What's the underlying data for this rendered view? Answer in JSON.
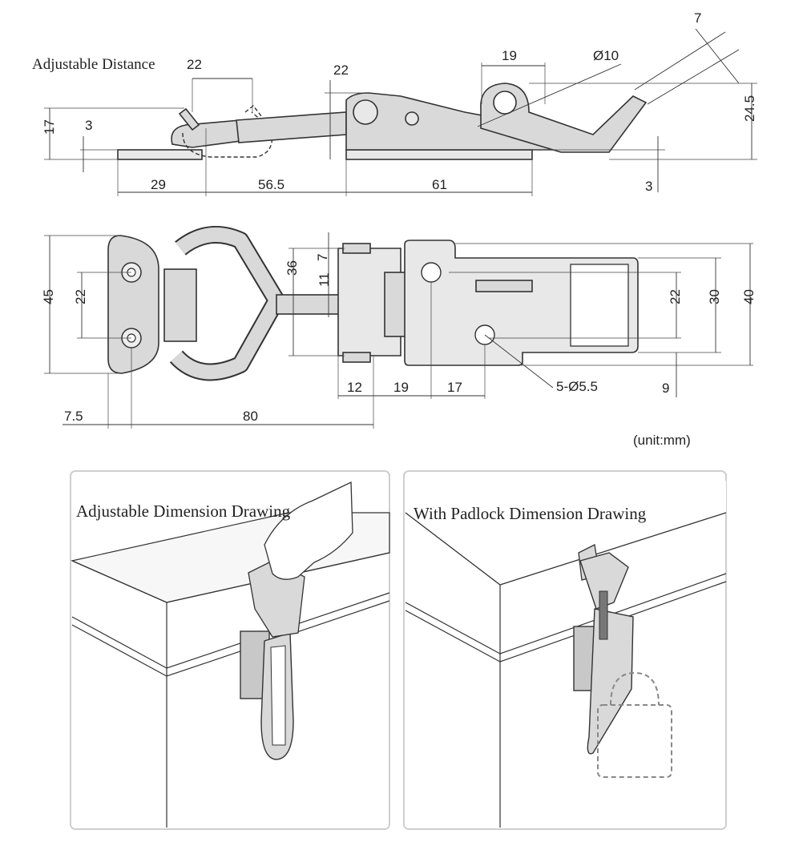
{
  "side_view": {
    "adjustable_label": "Adjustable Distance",
    "dims": {
      "adjust": "22",
      "height17": "17",
      "plate3_left": "3",
      "hook22": "22",
      "width19": "19",
      "hole10": "Ø10",
      "tip7": "7",
      "height24_5": "24.5",
      "len29": "29",
      "len56_5": "56.5",
      "len61": "61",
      "plate3_right": "3"
    }
  },
  "top_view": {
    "dims": {
      "h45": "45",
      "h22_left": "22",
      "h36": "36",
      "h7": "7",
      "h11": "11",
      "h22_right": "22",
      "h30": "30",
      "h40": "40",
      "w12": "12",
      "w19": "19",
      "w17": "17",
      "holes": "5-Ø5.5",
      "h9": "9",
      "w7_5": "7.5",
      "w80": "80"
    }
  },
  "unit_note": "(unit:mm)",
  "panels": [
    {
      "title": "Adjustable Dimension Drawing"
    },
    {
      "title": "With Padlock Dimension Drawing"
    }
  ]
}
